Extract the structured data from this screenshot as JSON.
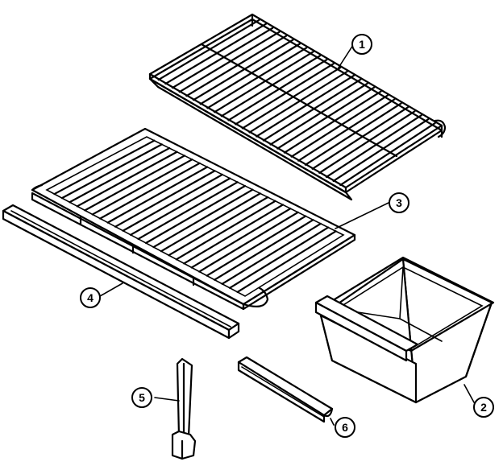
{
  "parts": [
    {
      "id": "wire-shelf",
      "callout": "1"
    },
    {
      "id": "crisper-pan",
      "callout": "2"
    },
    {
      "id": "glass-shelf",
      "callout": "3"
    },
    {
      "id": "shelf-trim",
      "callout": "4"
    },
    {
      "id": "shelf-support",
      "callout": "5"
    },
    {
      "id": "pan-rail",
      "callout": "6"
    }
  ]
}
